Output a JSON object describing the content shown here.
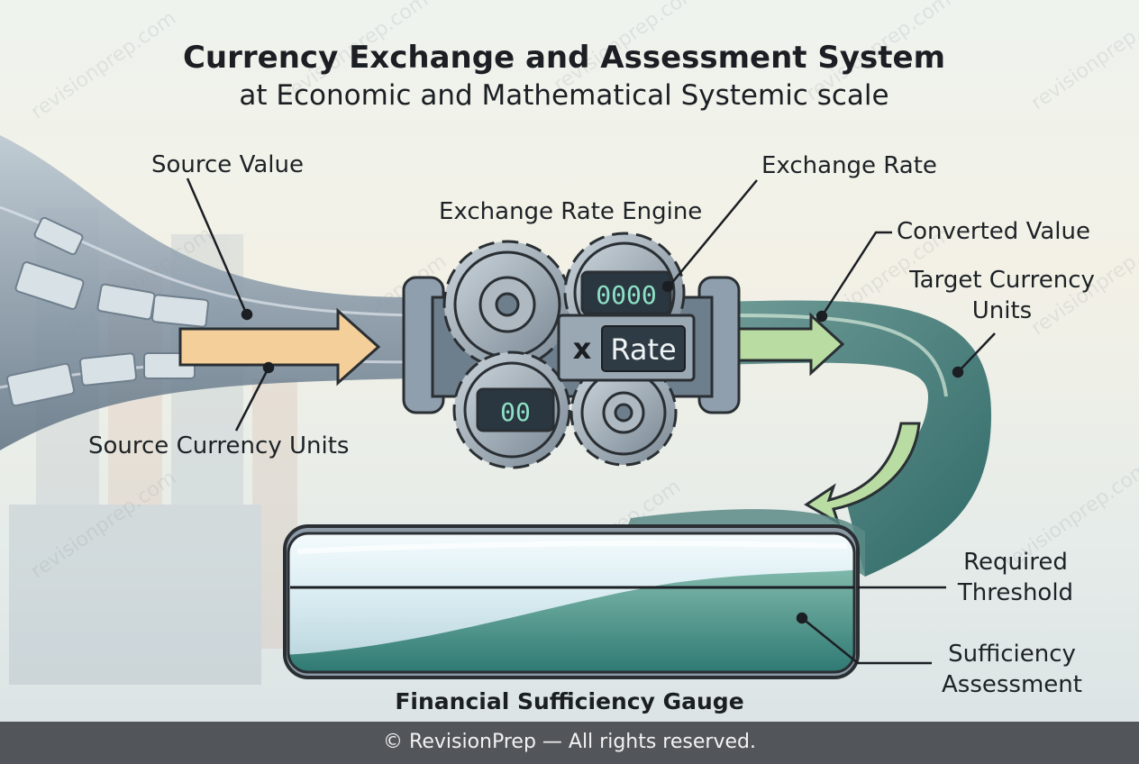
{
  "title": "Currency Exchange and Assessment System",
  "subtitle": "at Economic and Mathematical Systemic scale",
  "labels": {
    "source_value": "Source Value",
    "source_currency_units": "Source Currency Units",
    "engine": "Exchange Rate Engine",
    "exchange_rate": "Exchange Rate",
    "converted_value": "Converted Value",
    "target_currency_units": "Target Currency Units",
    "required_threshold": "Required Threshold",
    "sufficiency_assessment": "Sufficiency Assessment",
    "gauge": "Financial Sufficiency Gauge"
  },
  "engine": {
    "display_top": "0000",
    "display_bottom": "00",
    "multiplier_symbol": "x",
    "rate_label": "Rate"
  },
  "gauge_fill_fraction": 0.58,
  "watermark": "revisionprep.com",
  "footer": "© RevisionPrep — All rights reserved.",
  "colors": {
    "pipe": "#8596a6",
    "arrow": "#f5cf9a",
    "green_arrow": "#b9dca2",
    "liquid": "#3e8a82",
    "display": "#2a3740",
    "digits": "#8ee0c6"
  }
}
